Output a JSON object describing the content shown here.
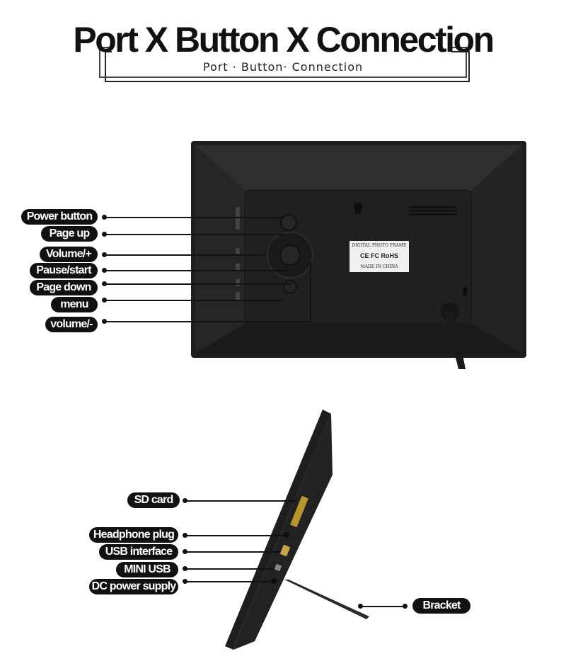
{
  "header": {
    "title": "Port X Button X Connection",
    "subtitle": "Port · Button· Connection"
  },
  "back_panel": {
    "sticker": {
      "heading": "DIGITAL PHOTO FRAME",
      "marks": "CE FC RoHS",
      "origin": "MADE IN CHINA"
    },
    "callouts": [
      "Power button",
      "Page up",
      "Volume/+",
      "Pause/start",
      "Page down",
      "menu",
      "volume/-"
    ]
  },
  "side_panel": {
    "callouts": [
      "SD card",
      "Headphone plug",
      "USB interface",
      "MINI USB",
      "DC power supply"
    ],
    "bracket_label": "Bracket"
  },
  "colors": {
    "label_bg": "#111111",
    "label_text": "#ffffff",
    "device": "#1c1c1c"
  }
}
